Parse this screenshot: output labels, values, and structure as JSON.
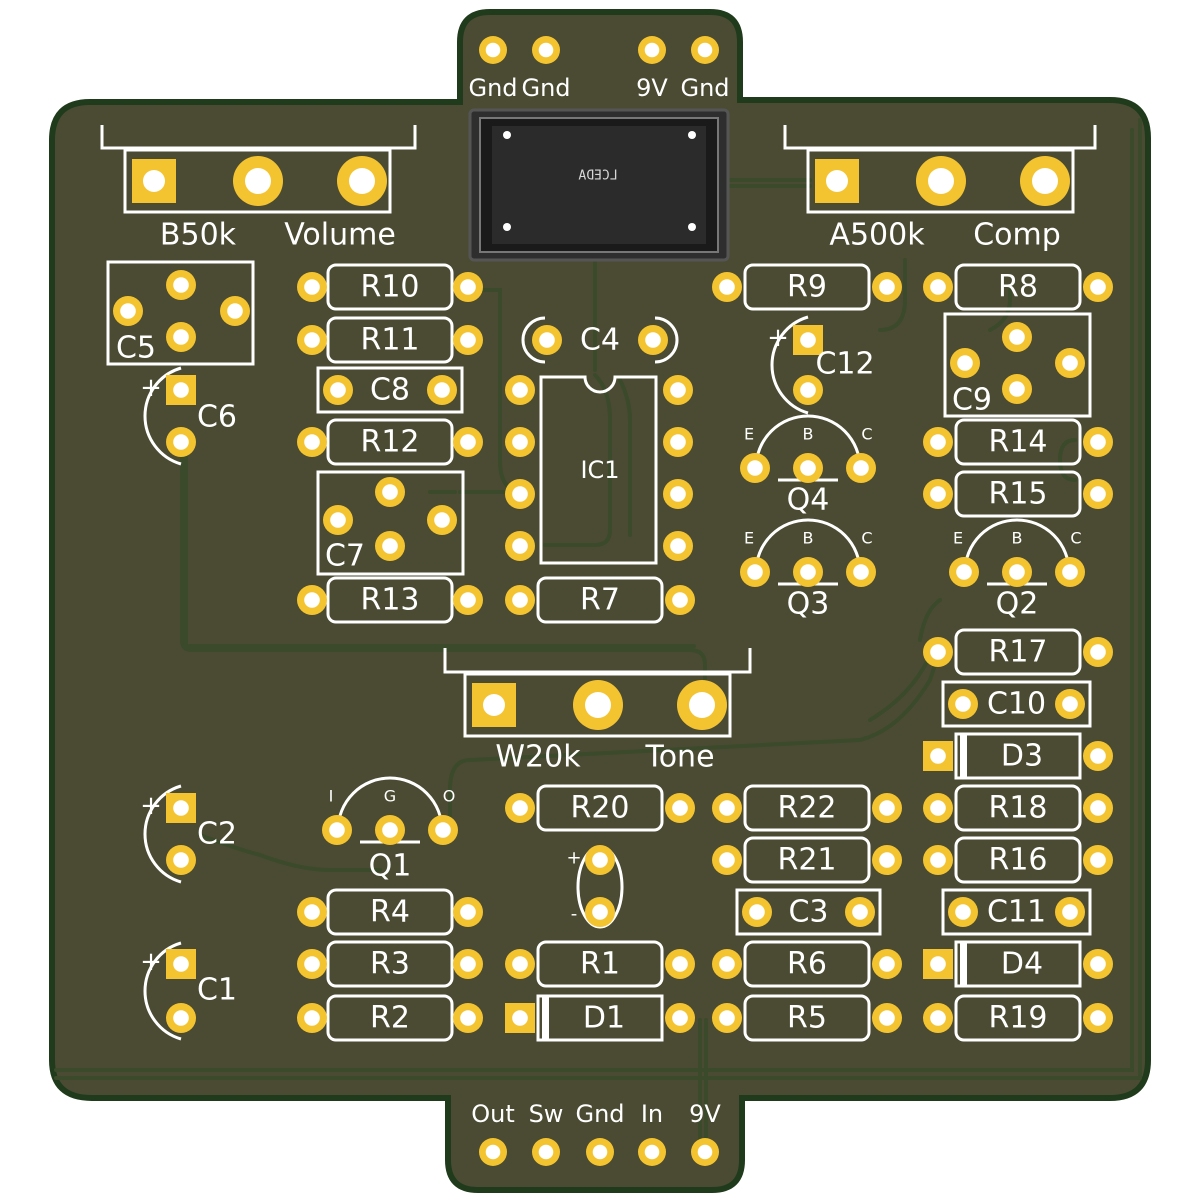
{
  "colors": {
    "board": "#4b4b33",
    "board_edge": "#1f3b1c",
    "trace": "#3f4f2c",
    "silkscreen": "#ffffff",
    "pad_gold": "#f4c430",
    "pad_hole": "#ffffff",
    "switch_body": "#2a2a2a"
  },
  "header_top": {
    "labels": [
      "Gnd",
      "Gnd",
      "9V",
      "Gnd"
    ]
  },
  "header_bottom": {
    "labels": [
      "Out",
      "Sw",
      "Gnd",
      "In",
      "9V"
    ]
  },
  "switch": {
    "marking": "LCEDA"
  },
  "pots": [
    {
      "value": "B50k",
      "name": "Volume"
    },
    {
      "value": "A500k",
      "name": "Comp"
    },
    {
      "value": "W20k",
      "name": "Tone"
    }
  ],
  "resistors": [
    "R10",
    "R11",
    "R12",
    "R13",
    "R9",
    "R8",
    "R14",
    "R15",
    "R17",
    "R7",
    "R20",
    "R22",
    "R21",
    "R18",
    "R16",
    "R4",
    "R3",
    "R2",
    "R1",
    "R6",
    "R5",
    "R19"
  ],
  "film_caps": [
    "C8",
    "C10",
    "C3",
    "C11"
  ],
  "trimmer_caps": [
    "C5",
    "C7",
    "C9"
  ],
  "electrolytic_caps": [
    "C6",
    "C12",
    "C2",
    "C1"
  ],
  "ceramic_caps": [
    "C4"
  ],
  "diodes": [
    "D3",
    "D1",
    "D4"
  ],
  "transistors": [
    {
      "ref": "Q4",
      "pins": [
        "E",
        "B",
        "C"
      ]
    },
    {
      "ref": "Q3",
      "pins": [
        "E",
        "B",
        "C"
      ]
    },
    {
      "ref": "Q2",
      "pins": [
        "E",
        "B",
        "C"
      ]
    },
    {
      "ref": "Q1",
      "pins": [
        "I",
        "G",
        "O"
      ]
    }
  ],
  "ic": {
    "ref": "IC1"
  },
  "polarity": {
    "plus": "+",
    "minus": "-"
  }
}
